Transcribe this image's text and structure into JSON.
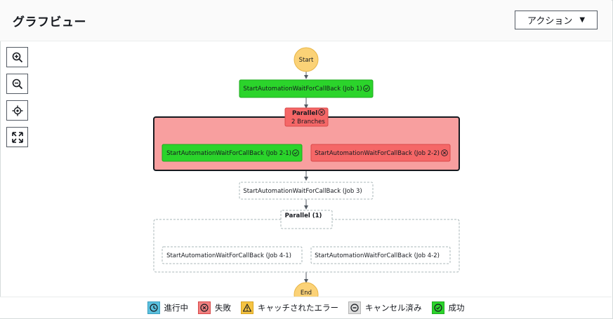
{
  "header": {
    "title": "グラフビュー",
    "action_label": "アクション"
  },
  "graph": {
    "start": "Start",
    "end": "End",
    "job1": "StartAutomationWaitForCallBack (Job 1)",
    "parallel1_title": "Parallel",
    "parallel1_sub": "2 Branches",
    "job2_1": "StartAutomationWaitForCallBack (Job 2-1)",
    "job2_2": "StartAutomationWaitForCallBack (Job 2-2)",
    "job3": "StartAutomationWaitForCallBack (Job 3)",
    "parallel2_title": "Parallel (1)",
    "job4_1": "StartAutomationWaitForCallBack (Job 4-1)",
    "job4_2": "StartAutomationWaitForCallBack (Job 4-2)"
  },
  "legend": [
    {
      "label": "進行中",
      "color": "#5bc0de",
      "icon": "clock-icon"
    },
    {
      "label": "失敗",
      "color": "#f08080",
      "icon": "x-circle-icon"
    },
    {
      "label": "キャッチされたエラー",
      "color": "#f5c342",
      "icon": "warning-icon"
    },
    {
      "label": "キャンセル済み",
      "color": "#dddddd",
      "icon": "minus-circle-icon"
    },
    {
      "label": "成功",
      "color": "#2bd42b",
      "icon": "check-circle-icon"
    }
  ],
  "colors": {
    "success": "#2bd42b",
    "failed": "#f56767",
    "failed_bg": "#f89f9f",
    "start": "#fbd277"
  }
}
